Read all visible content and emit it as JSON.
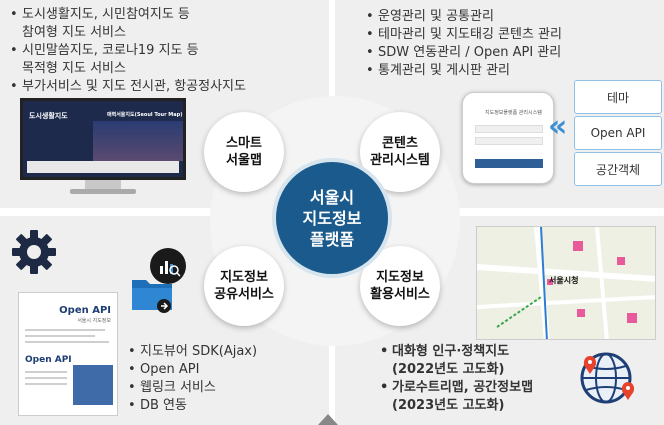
{
  "center": {
    "label": "서울시\n지도정보\n플랫폼"
  },
  "nodes": {
    "top_left": "스마트\n서울맵",
    "top_right": "콘텐츠\n관리시스템",
    "bottom_left": "지도정보\n공유서비스",
    "bottom_right": "지도정보\n활용서비스"
  },
  "top_left_bullets": [
    {
      "text": "도시생활지도, 시민참여지도 등"
    },
    {
      "text": "참여형 지도 서비스",
      "cont": true
    },
    {
      "text": "시민말씀지도, 코로나19 지도 등"
    },
    {
      "text": "목적형 지도 서비스",
      "cont": true
    },
    {
      "text": "부가서비스 및 지도 전시관, 항공정사지도"
    }
  ],
  "top_right_bullets": [
    {
      "text": "운영관리 및 공통관리"
    },
    {
      "text": "테마관리 및 지도태깅 콘텐츠 관리"
    },
    {
      "text": "SDW 연동관리 / Open API 관리"
    },
    {
      "text": "통계관리 및 게시판 관리"
    }
  ],
  "bottom_left_bullets": [
    {
      "text": "지도뷰어 SDK(Ajax)"
    },
    {
      "text": "Open API"
    },
    {
      "text": "웹링크 서비스"
    },
    {
      "text": "DB 연동"
    }
  ],
  "bottom_right_bullets": [
    {
      "text": "대화형 인구·정책지도"
    },
    {
      "text": "(2022년도 고도화)",
      "cont": true
    },
    {
      "text": "가로수트리맵, 공간정보맵"
    },
    {
      "text": "(2023년도 고도화)",
      "cont": true
    }
  ],
  "tags": [
    "테마",
    "Open API",
    "공간객체"
  ],
  "monitor": {
    "left_title": "도시생활지도",
    "right_title": "매력서울지도(Seoul Tour Map)"
  },
  "phone": {
    "title": "지도정보플랫폼 관리시스템"
  },
  "doc": {
    "title": "Open API",
    "subtitle": "서울시 지도정보",
    "heading": "Open API"
  },
  "map": {
    "main_label": "서울시청"
  },
  "colors": {
    "center": "#1a5a8c",
    "panel": "#efefef",
    "tag_border": "#8fc0e8",
    "chevron": "#3c8fd4"
  }
}
